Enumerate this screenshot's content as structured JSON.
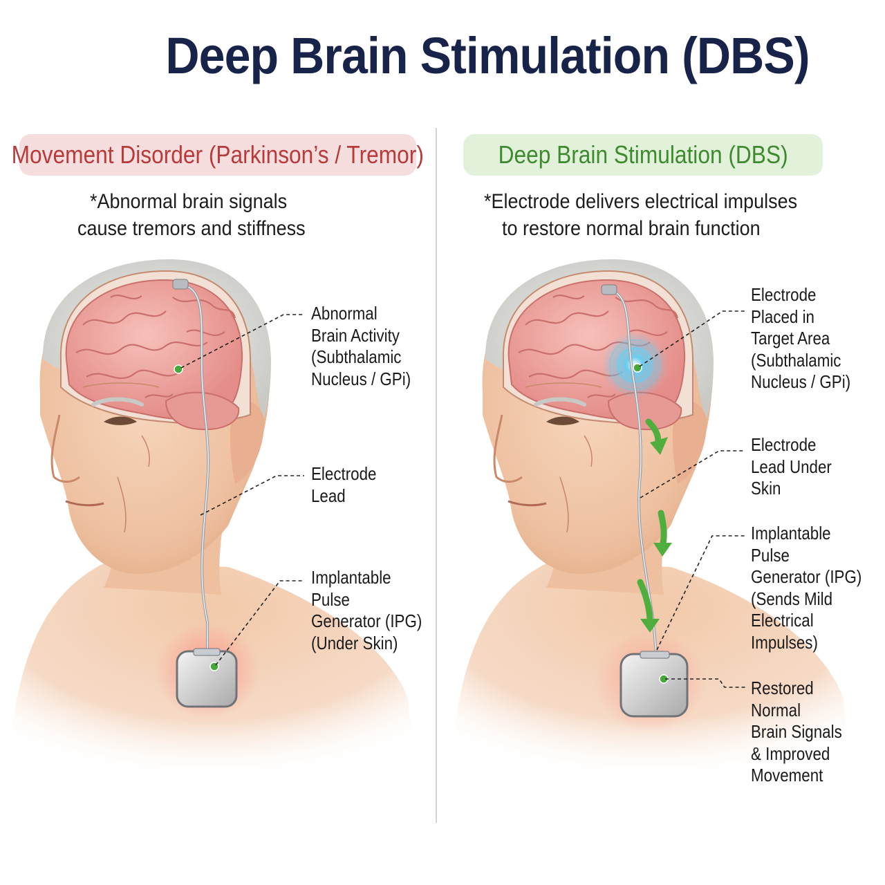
{
  "title": "Deep Brain Stimulation (DBS)",
  "left_panel": {
    "heading": "Movement Disorder (Parkinson’s / Tremor)",
    "description": [
      "*Abnormal brain signals",
      "cause tremors and stiffness"
    ],
    "labels": [
      [
        "Abnormal",
        "Brain Activity",
        "(Subthalamic",
        "Nucleus / GPi)"
      ],
      [
        "Electrode",
        "Lead"
      ],
      [
        "Implantable",
        "Pulse",
        "Generator (IPG)",
        "(Under Skin)"
      ]
    ]
  },
  "right_panel": {
    "heading": "Deep Brain Stimulation (DBS)",
    "description": [
      "*Electrode delivers electrical impulses",
      "to restore normal brain function"
    ],
    "labels": [
      [
        "Electrode",
        "Placed in",
        "Target Area",
        "(Subthalamic",
        "Nucleus / GPi)"
      ],
      [
        "Electrode",
        "Lead Under",
        "Skin"
      ],
      [
        "Implantable",
        "Pulse",
        "Generator (IPG)",
        "(Sends Mild",
        "Electrical",
        "Impulses)"
      ],
      [
        "Restored",
        "Normal",
        "Brain Signals",
        "& Improved",
        "Movement"
      ]
    ]
  },
  "colors": {
    "title": "#18234a",
    "disorder_accent": "#b83a3a",
    "disorder_bg": "#f7dede",
    "therapy_accent": "#3e8a2e",
    "therapy_bg": "#e2f2da",
    "skin": "#f0c8a8",
    "brain": "#eea3a0",
    "stimulation": "#4ec3f0"
  }
}
